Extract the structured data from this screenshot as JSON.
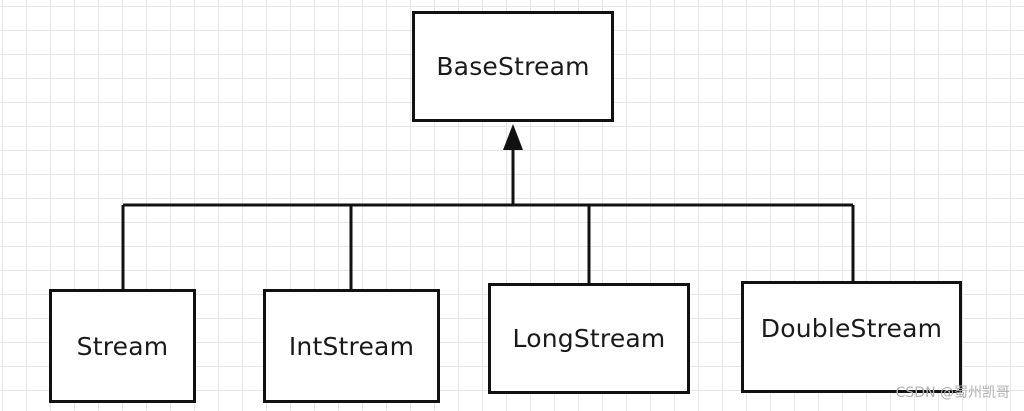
{
  "diagram": {
    "root": {
      "label": "BaseStream"
    },
    "children": [
      {
        "label": "Stream"
      },
      {
        "label": "IntStream"
      },
      {
        "label": "LongStream"
      },
      {
        "label": "DoubleStream"
      }
    ],
    "line_color": "#111111",
    "grid_color": "#e6e6e6"
  },
  "watermark": {
    "text": "CSDN @蜀州凯哥"
  }
}
